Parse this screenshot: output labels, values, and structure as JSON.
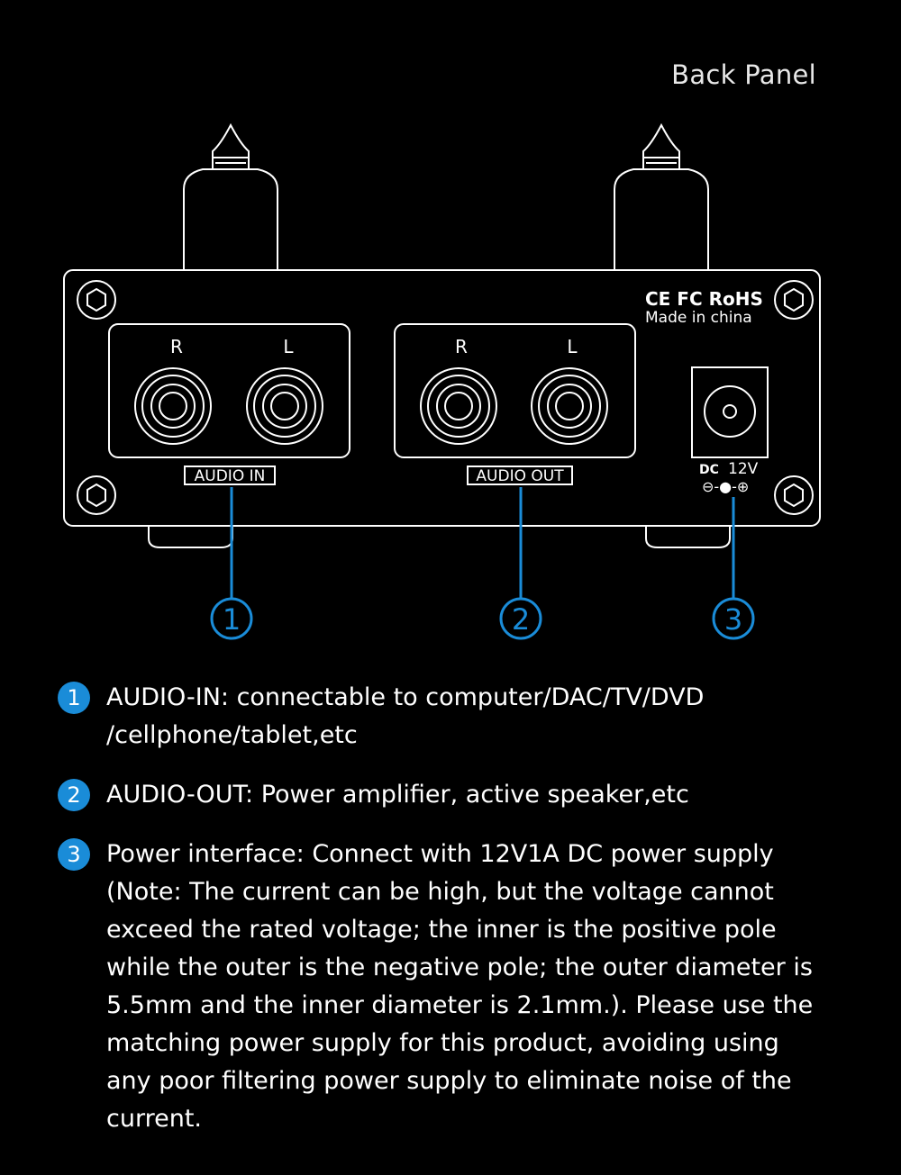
{
  "title": "Back Panel",
  "panel": {
    "cert_marks": "CE FC RoHS",
    "made_in": "Made in china",
    "input_group": {
      "label": "AUDIO IN",
      "left_channel": "R",
      "right_channel": "L"
    },
    "output_group": {
      "label": "AUDIO OUT",
      "left_channel": "R",
      "right_channel": "L"
    },
    "power": {
      "dc_label": "DC",
      "voltage": "12V",
      "polarity_symbol": "⊖-●-⊕"
    }
  },
  "callouts": [
    "1",
    "2",
    "3"
  ],
  "legend": [
    {
      "num": "1",
      "text": "AUDIO-IN: connectable to computer/DAC/TV/DVD /cellphone/tablet,etc"
    },
    {
      "num": "2",
      "text": "AUDIO-OUT: Power amplifier, active speaker,etc"
    },
    {
      "num": "3",
      "text": "Power interface: Connect with 12V1A DC power supply (Note: The current can be high, but the voltage cannot exceed the rated voltage; the inner is the positive pole while the outer is the negative pole; the outer diameter is 5.5mm and the inner diameter is 2.1mm.). Please use the matching power supply for this product, avoiding using any poor filtering power supply to eliminate noise of the current."
    }
  ],
  "colors": {
    "background": "#000000",
    "lines": "#ffffff",
    "accent": "#1a8cd8"
  }
}
